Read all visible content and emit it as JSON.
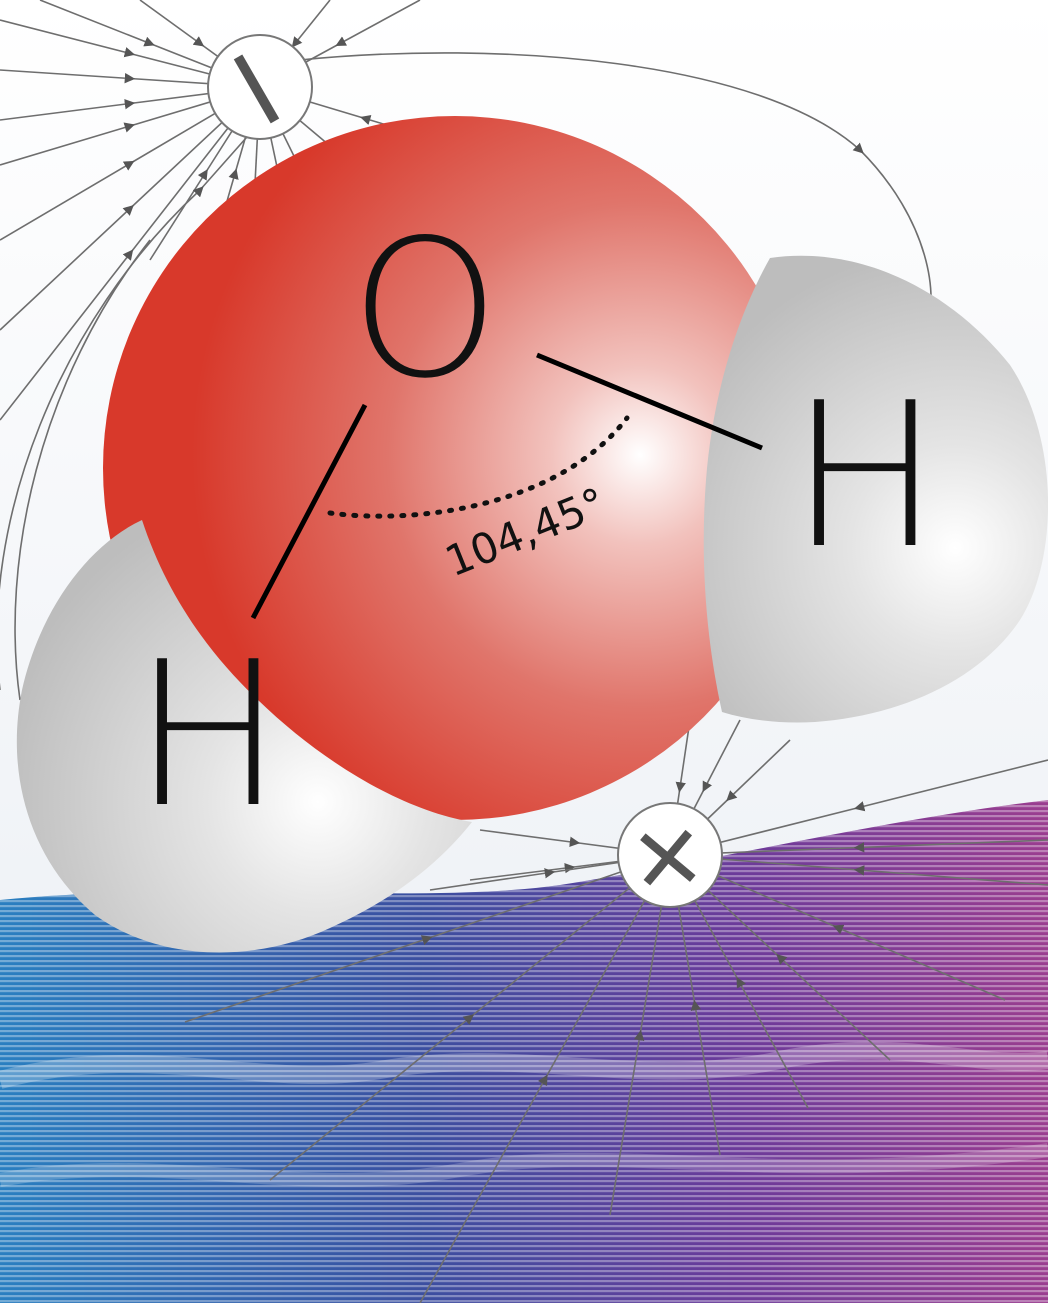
{
  "diagram": {
    "atoms": {
      "oxygen": {
        "label": "O",
        "color": "#d8392b"
      },
      "hydrogen_left": {
        "label": "H",
        "color": "#c4c4c4"
      },
      "hydrogen_right": {
        "label": "H",
        "color": "#c4c4c4"
      }
    },
    "bond_angle": {
      "label": "104,45°"
    },
    "charges": {
      "negative": {
        "symbol": "−"
      },
      "positive": {
        "symbol": "+"
      }
    },
    "background": {
      "wave_colors": [
        "#2a7fc0",
        "#3b4fa0",
        "#6b3b9a",
        "#9a3d8f"
      ]
    }
  }
}
